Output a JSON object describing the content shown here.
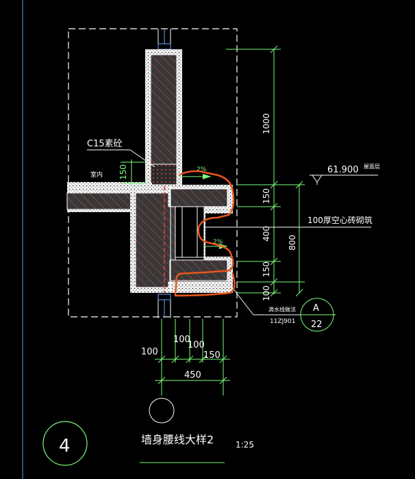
{
  "labels": {
    "c15": "C15素砼",
    "indoor": "室内",
    "dim_150_left": "150",
    "slope_top": "2%",
    "slope_bottom": "2%",
    "elevation": "61.900",
    "elevation_note": "屋面层",
    "hollow_brick": "100厚空心砖砌筑",
    "drip_line": "滴水线做法",
    "ref_code": "11ZJ901"
  },
  "right_dims": {
    "d1000": "1000",
    "d150a": "150",
    "d400": "400",
    "d800": "800",
    "d150b": "150",
    "d100": "100"
  },
  "bottom_dims": {
    "d100a": "100",
    "d100b": "100",
    "d100c": "100",
    "d150": "150",
    "d450": "450"
  },
  "callout": {
    "letter": "A",
    "number": "22"
  },
  "title": {
    "number": "4",
    "text": "墙身腰线大样2",
    "scale": "1:25"
  },
  "colors": {
    "dims": "#7cff7c",
    "outline": "#ffffff",
    "markup": "#e8581c",
    "detail_line": "#6fa3ff",
    "hatch": "#d94a4a"
  }
}
